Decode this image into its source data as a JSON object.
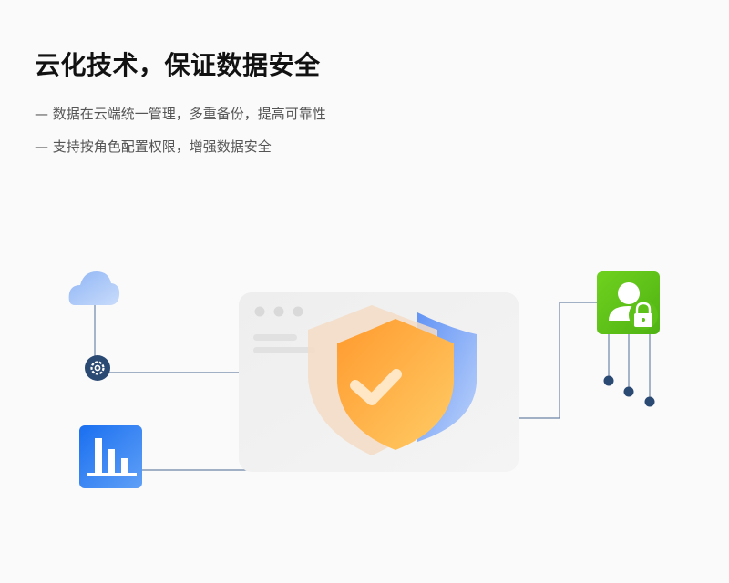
{
  "heading": {
    "title": "云化技术，保证数据安全"
  },
  "bullets": [
    "— 数据在云端统一管理，多重备份，提高可靠性",
    "— 支持按角色配置权限，增强数据安全"
  ],
  "icons": {
    "cloud": "cloud-icon",
    "gear": "gear-icon",
    "chart": "bar-chart-icon",
    "shield": "shield-check-icon",
    "user_lock": "user-lock-icon"
  },
  "colors": {
    "accent_blue": "#1a6ff0",
    "accent_green": "#5dc11a",
    "accent_orange": "#ff9d33",
    "connector": "#6d84a8",
    "node_dark": "#2b4a73"
  }
}
